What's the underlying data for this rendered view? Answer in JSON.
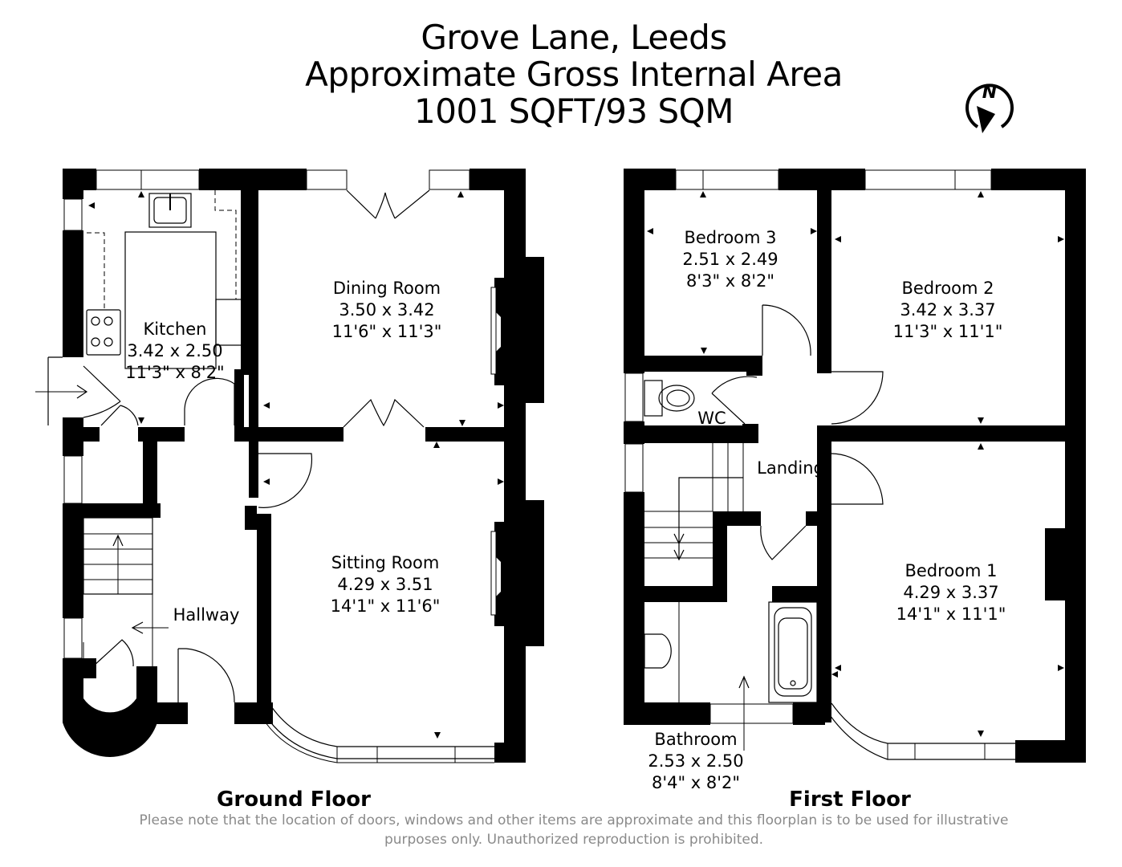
{
  "header": {
    "title": "Grove Lane, Leeds",
    "subtitle": "Approximate Gross Internal Area",
    "area": "1001 SQFT/93 SQM"
  },
  "compass": {
    "icon": "north-compass-icon",
    "label": "N"
  },
  "ground_floor": {
    "label": "Ground Floor",
    "rooms": [
      {
        "name": "Kitchen",
        "metric": "3.42 x 2.50",
        "imperial": "11'3\" x 8'2\""
      },
      {
        "name": "Dining Room",
        "metric": "3.50 x 3.42",
        "imperial": "11'6\" x 11'3\""
      },
      {
        "name": "Sitting Room",
        "metric": "4.29 x 3.51",
        "imperial": "14'1\" x 11'6\""
      },
      {
        "name": "Hallway"
      }
    ]
  },
  "first_floor": {
    "label": "First Floor",
    "rooms": [
      {
        "name": "Bedroom 3",
        "metric": "2.51 x 2.49",
        "imperial": "8'3\" x 8'2\""
      },
      {
        "name": "Bedroom 2",
        "metric": "3.42 x 3.37",
        "imperial": "11'3\" x 11'1\""
      },
      {
        "name": "WC"
      },
      {
        "name": "Landing"
      },
      {
        "name": "Bedroom 1",
        "metric": "4.29 x 3.37",
        "imperial": "14'1\" x 11'1\""
      },
      {
        "name": "Bathroom",
        "metric": "2.53 x 2.50",
        "imperial": "8'4\" x 8'2\""
      }
    ]
  },
  "disclaimer": {
    "line1": "Please note that the location of doors, windows and other items are approximate and this floorplan is to be used for illustrative",
    "line2": "purposes only. Unauthorized reproduction is prohibited."
  }
}
